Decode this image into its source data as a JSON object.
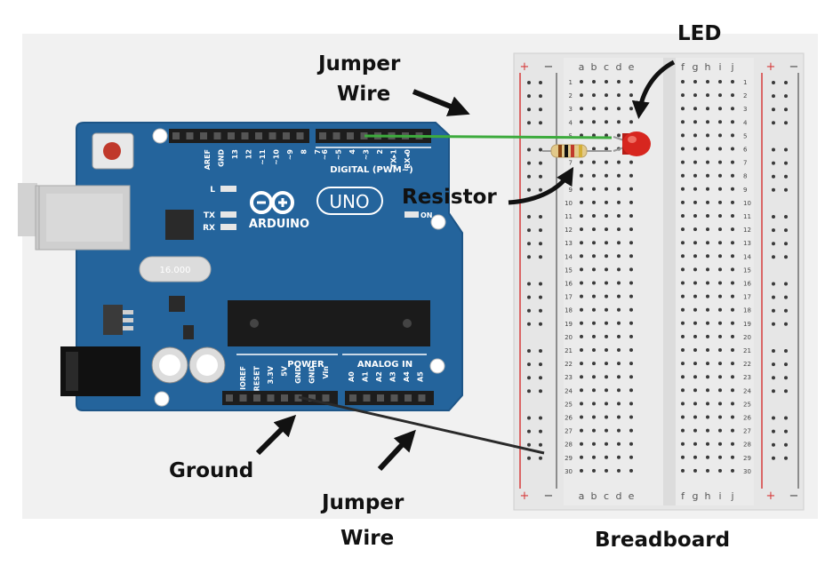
{
  "colors": {
    "canvas_bg": "#f1f1f1",
    "board_blue": "#24649c",
    "board_edge": "#1d5587",
    "silkscreen": "#ffffff",
    "header_black": "#1d1d1d",
    "breadboard_bg": "#e6e6e6",
    "rail_red": "#d63c3c",
    "wire_green": "#3dab3d",
    "wire_black": "#2a2a2a",
    "led_red": "#d7261f"
  },
  "labels": {
    "led": "LED",
    "jumper_top_1": "Jumper",
    "jumper_top_2": "Wire",
    "resistor": "Resistor",
    "ground": "Ground",
    "jumper_bottom_1": "Jumper",
    "jumper_bottom_2": "Wire",
    "breadboard": "Breadboard"
  },
  "arduino": {
    "logo": "ARDUINO",
    "model": "UNO",
    "digital_label": "DIGITAL (PWM~)",
    "digital_pins": [
      "AREF",
      "GND",
      "13",
      "12",
      "~11",
      "~10",
      "~9",
      "8",
      "7",
      "~6",
      "~5",
      "4",
      "~3",
      "2",
      "TX▸1",
      "RX◂0"
    ],
    "power_label": "POWER",
    "power_pins": [
      "IOREF",
      "RESET",
      "3.3V",
      "5V",
      "GND",
      "GND",
      "Vin"
    ],
    "analog_label": "ANALOG IN",
    "analog_pins": [
      "A0",
      "A1",
      "A2",
      "A3",
      "A4",
      "A5"
    ],
    "leds": [
      "L",
      "TX",
      "RX"
    ],
    "on_label": "ON",
    "crystal": "16.000"
  },
  "breadboard": {
    "column_letters_left": [
      "a",
      "b",
      "c",
      "d",
      "e"
    ],
    "column_letters_right": [
      "f",
      "g",
      "h",
      "i",
      "j"
    ],
    "rows": 30,
    "rail_plus": "+",
    "rail_minus": "−"
  }
}
